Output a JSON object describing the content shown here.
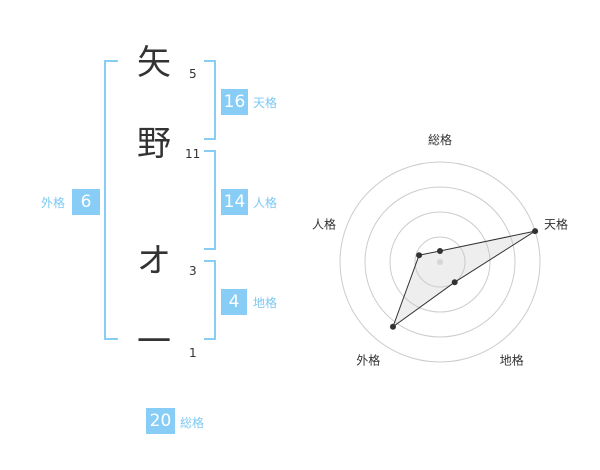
{
  "characters": [
    {
      "char": "矢",
      "strokes": "5"
    },
    {
      "char": "野",
      "strokes": "11"
    },
    {
      "char": "オ",
      "strokes": "3"
    },
    {
      "char": "一",
      "strokes": "1"
    }
  ],
  "kaku": {
    "tenkaku": {
      "value": "16",
      "label": "天格"
    },
    "jinkaku": {
      "value": "14",
      "label": "人格"
    },
    "chikaku": {
      "value": "4",
      "label": "地格"
    },
    "gaikaku": {
      "value": "6",
      "label": "外格"
    },
    "soukaku": {
      "value": "20",
      "label": "総格"
    }
  },
  "colors": {
    "accent": "#88cdf6",
    "accent_text": "#7cc8f3",
    "text": "#333333",
    "grid": "#cccccc"
  },
  "chart_data": {
    "type": "radar",
    "axes": [
      "総格",
      "天格",
      "地格",
      "外格",
      "人格"
    ],
    "values": [
      0.11,
      1.0,
      0.25,
      0.8,
      0.22
    ],
    "rings": 4,
    "range": [
      0,
      1
    ]
  }
}
